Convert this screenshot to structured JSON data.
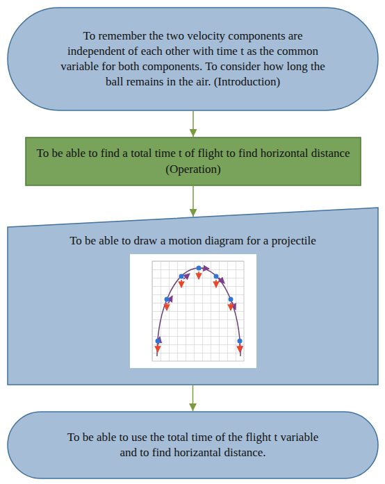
{
  "diagram": {
    "nodes": [
      {
        "text": [
          "To remember the two velocity components are independent of each other with time t as the common variable for both components. To consider how long the ball remains in the air. (Introduction)"
        ]
      },
      {
        "text": [
          "To be able to find a total time t of flight to find horizontal distance (Operation)"
        ]
      },
      {
        "text": [
          "To be able to draw a motion diagram for a projectile"
        ]
      },
      {
        "text": [
          "To be able to use the total time of the flight t variable and to find horizantal distance."
        ]
      }
    ],
    "edges": [
      {
        "from": 0,
        "to": 1,
        "arrow": "to"
      },
      {
        "from": 1,
        "to": 2,
        "arrow": "to"
      },
      {
        "from": 2,
        "to": 3,
        "arrow": "to"
      }
    ]
  }
}
